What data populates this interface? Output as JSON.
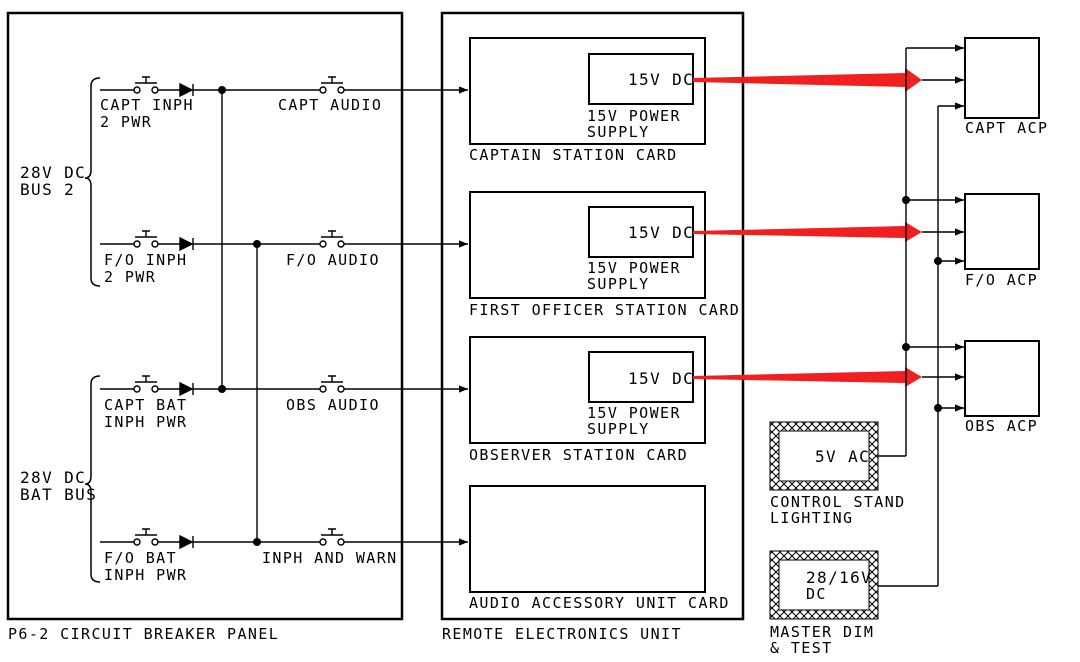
{
  "panels": {
    "breaker_panel_label": "P6-2 CIRCUIT BREAKER PANEL",
    "reu_label": "REMOTE ELECTRONICS UNIT"
  },
  "buses": {
    "bus2_line1": "28V DC",
    "bus2_line2": "BUS 2",
    "bat_line1": "28V DC",
    "bat_line2": "BAT BUS"
  },
  "breakers": {
    "capt_inph_l1": "CAPT INPH",
    "capt_inph_l2": "2 PWR",
    "fo_inph_l1": "F/O INPH",
    "fo_inph_l2": "2 PWR",
    "capt_bat_l1": "CAPT BAT",
    "capt_bat_l2": "INPH PWR",
    "fo_bat_l1": "F/O BAT",
    "fo_bat_l2": "INPH PWR"
  },
  "audio_breakers": {
    "capt_audio": "CAPT AUDIO",
    "fo_audio": "F/O AUDIO",
    "obs_audio": "OBS AUDIO",
    "inph_warn": "INPH AND WARN"
  },
  "cards": {
    "captain": "CAPTAIN STATION CARD",
    "first_officer": "FIRST OFFICER STATION CARD",
    "observer": "OBSERVER STATION CARD",
    "accessory": "AUDIO ACCESSORY UNIT CARD"
  },
  "power_supply": {
    "voltage": "15V DC",
    "label_l1": "15V POWER",
    "label_l2": "SUPPLY"
  },
  "acps": {
    "capt": "CAPT ACP",
    "fo": "F/O ACP",
    "obs": "OBS ACP"
  },
  "sources": {
    "control_stand_voltage": "5V AC",
    "control_stand_l1": "CONTROL STAND",
    "control_stand_l2": "LIGHTING",
    "master_dim_v1": "28/16V",
    "master_dim_v2": "DC",
    "master_dim_l1": "MASTER DIM",
    "master_dim_l2": "& TEST"
  },
  "colors": {
    "highlight_arrow": "#f02020",
    "line": "#000000"
  }
}
